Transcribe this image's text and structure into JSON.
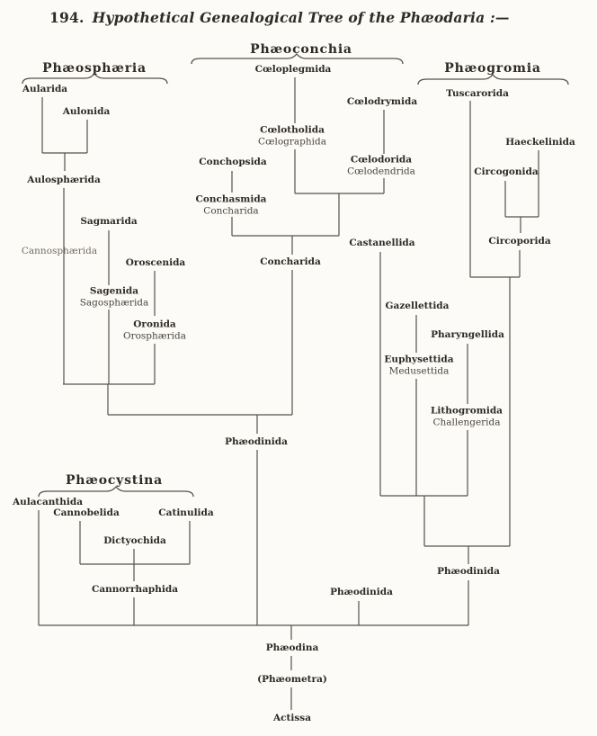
{
  "title": {
    "number": "194.",
    "text": "Hypothetical Genealogical Tree of the Phæodaria :—"
  },
  "groups": {
    "phaeosphaeria": {
      "header": "Phæosphæria",
      "taxa": {
        "aularida": "Aularida",
        "aulonida": "Aulonida",
        "aulosphaerida": "Aulosphærida",
        "cannosphaerida": "Cannosphærida",
        "sagmarida": "Sagmarida",
        "oroscenida": "Oroscenida",
        "sagenida": "Sagenida",
        "sagosphaerida": "Sagosphærida",
        "oronida": "Oronida",
        "orosphaerida": "Orosphærida"
      }
    },
    "phaeoconchia": {
      "header": "Phæoconchia",
      "taxa": {
        "coeloplegmida": "Cœloplegmida",
        "coelotholida": "Cœlotholida",
        "coelographida": "Cœlographida",
        "coelodrymida": "Cœlodrymida",
        "coelodorida": "Cœlodorida",
        "coelodendrida": "Cœlodendrida",
        "conchopsida": "Conchopsida",
        "conchasmida": "Conchasmida",
        "concharida_syn": "Concharida",
        "concharida": "Concharida"
      }
    },
    "phaeogromia": {
      "header": "Phæogromia",
      "taxa": {
        "tuscarorida": "Tuscarorida",
        "haeckelinida": "Haeckelinida",
        "circogonida": "Circogonida",
        "circoporida": "Circoporida",
        "castanellida": "Castanellida",
        "gazellettida": "Gazellettida",
        "pharyngellida": "Pharyngellida",
        "euphysettida": "Euphysettida",
        "medusettida": "Medusettida",
        "lithogromida": "Lithogromida",
        "challengerida": "Challengerida",
        "phaeodinida": "Phæodinida"
      }
    },
    "phaeocystina": {
      "header": "Phæocystina",
      "taxa": {
        "aulacanthida": "Aulacanthida",
        "cannobelida": "Cannobelida",
        "catinulida": "Catinulida",
        "dictyochida": "Dictyochida",
        "cannorrhaphida": "Cannorrhaphida"
      }
    }
  },
  "stem": {
    "phaeodinida_center": "Phæodinida",
    "phaeodinida_left": "Phæodinida",
    "phaeodina": "Phæodina",
    "phaeometra": "(Phæometra)",
    "actissa": "Actissa"
  },
  "colors": {
    "ink": "#2e2a24",
    "line": "#57524a",
    "paper": "#fcfbf8"
  }
}
